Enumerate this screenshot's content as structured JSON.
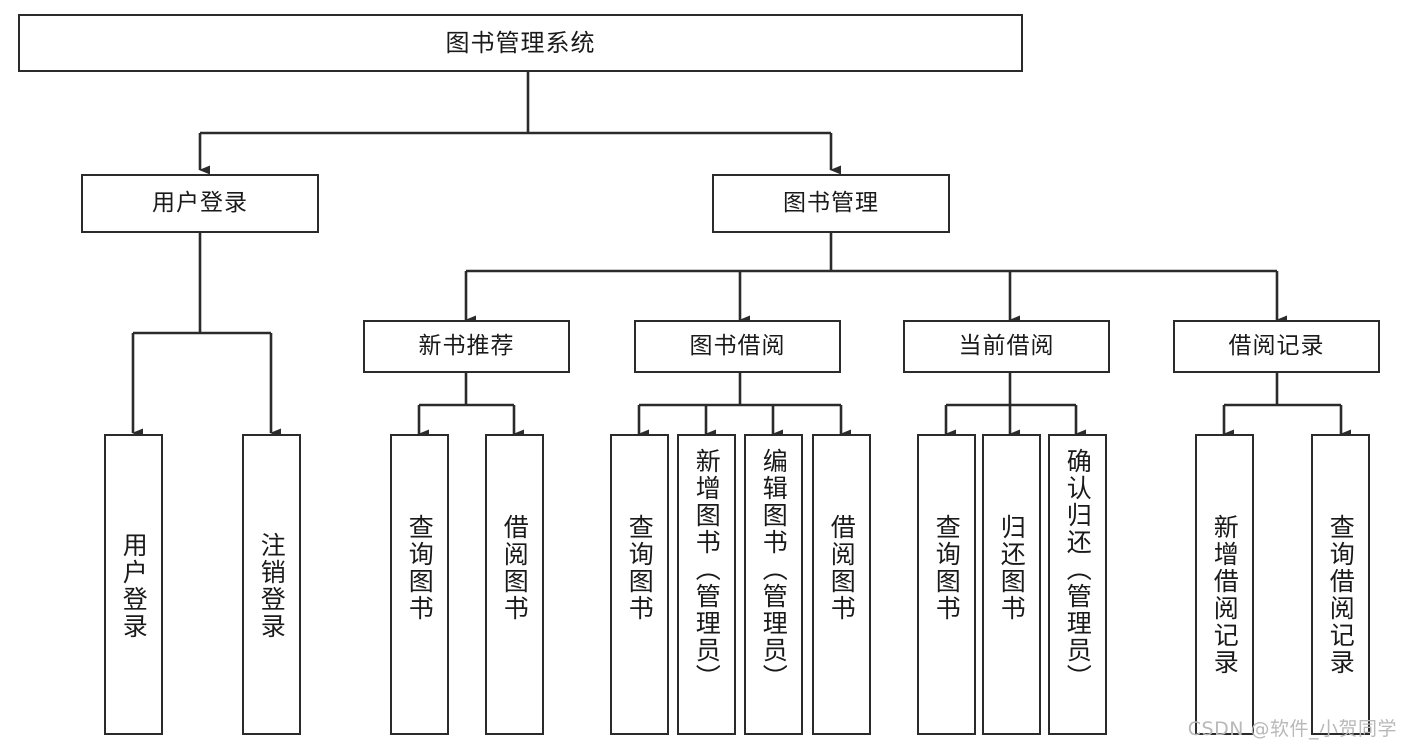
{
  "diagram": {
    "title": "图书管理系统",
    "type": "tree",
    "watermark": "CSDN @软件_小贺同学",
    "colors": {
      "node_border": "#2b2b2b",
      "node_fill": "#ffffff",
      "edge": "#2b2b2b",
      "text": "#1a1a1a",
      "watermark": "#b9b9b9",
      "background": "#ffffff"
    },
    "nodes": {
      "root": {
        "label": "图书管理系统"
      },
      "level2": [
        {
          "id": "user-login",
          "label": "用户登录"
        },
        {
          "id": "book-manage",
          "label": "图书管理"
        }
      ],
      "level3": [
        {
          "id": "new-book-recommend",
          "label": "新书推荐"
        },
        {
          "id": "book-borrow",
          "label": "图书借阅"
        },
        {
          "id": "current-borrow",
          "label": "当前借阅"
        },
        {
          "id": "borrow-record",
          "label": "借阅记录"
        }
      ],
      "leaves": {
        "user-login": [
          {
            "id": "leaf-user-login",
            "label": "用户登录"
          },
          {
            "id": "leaf-user-logout",
            "label": "注销登录"
          }
        ],
        "new-book-recommend": [
          {
            "id": "leaf-query-book-1",
            "label": "查询图书"
          },
          {
            "id": "leaf-borrow-book-1",
            "label": "借阅图书"
          }
        ],
        "book-borrow": [
          {
            "id": "leaf-query-book-2",
            "label": "查询图书"
          },
          {
            "id": "leaf-add-book",
            "label": "新增图书（管理员）"
          },
          {
            "id": "leaf-edit-book",
            "label": "编辑图书（管理员）"
          },
          {
            "id": "leaf-borrow-book-2",
            "label": "借阅图书"
          }
        ],
        "current-borrow": [
          {
            "id": "leaf-query-book-3",
            "label": "查询图书"
          },
          {
            "id": "leaf-return-book",
            "label": "归还图书"
          },
          {
            "id": "leaf-confirm-return",
            "label": "确认归还（管理员）"
          }
        ],
        "borrow-record": [
          {
            "id": "leaf-add-record",
            "label": "新增借阅记录"
          },
          {
            "id": "leaf-query-record",
            "label": "查询借阅记录"
          }
        ]
      }
    }
  }
}
